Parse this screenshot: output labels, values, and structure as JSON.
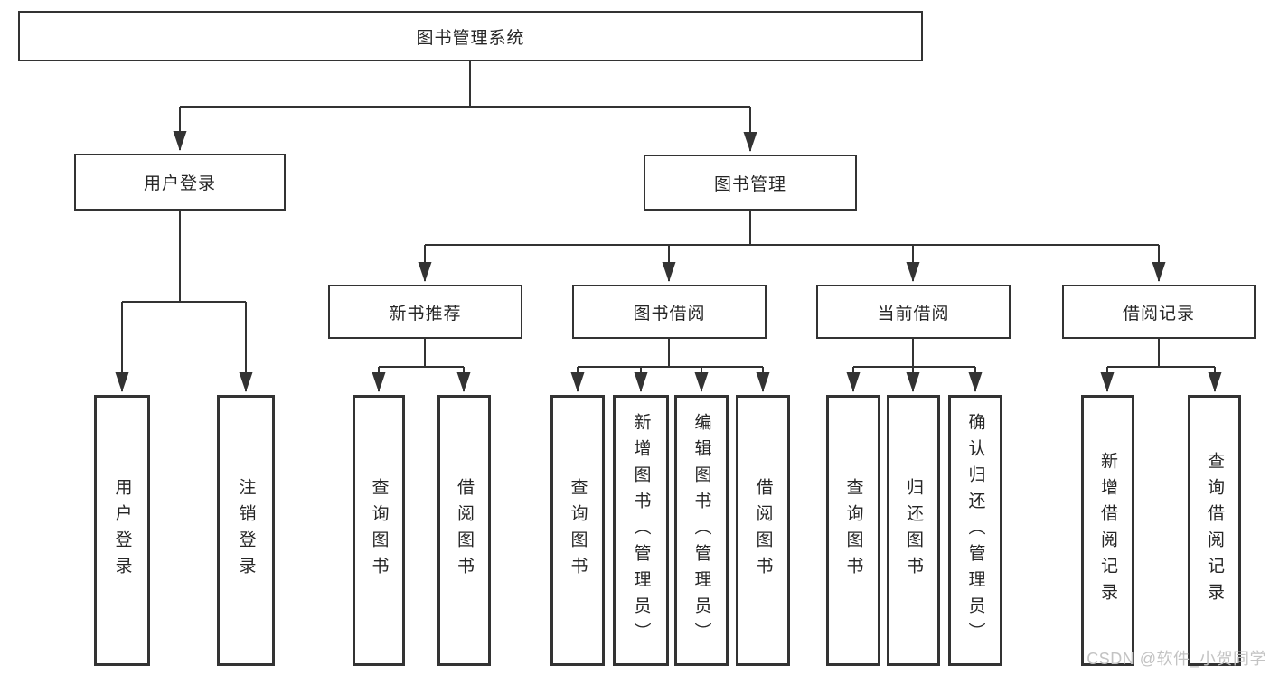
{
  "tree": {
    "label": "图书管理系统",
    "children": [
      {
        "label": "用户登录",
        "children": [
          {
            "label": "用户登录"
          },
          {
            "label": "注销登录"
          }
        ]
      },
      {
        "label": "图书管理",
        "children": [
          {
            "label": "新书推荐",
            "children": [
              {
                "label": "查询图书"
              },
              {
                "label": "借阅图书"
              }
            ]
          },
          {
            "label": "图书借阅",
            "children": [
              {
                "label": "查询图书"
              },
              {
                "label": "新增图书（管理员）"
              },
              {
                "label": "编辑图书（管理员）"
              },
              {
                "label": "借阅图书"
              }
            ]
          },
          {
            "label": "当前借阅",
            "children": [
              {
                "label": "查询图书"
              },
              {
                "label": "归还图书"
              },
              {
                "label": "确认归还（管理员）"
              }
            ]
          },
          {
            "label": "借阅记录",
            "children": [
              {
                "label": "新增借阅记录"
              },
              {
                "label": "查询借阅记录"
              }
            ]
          }
        ]
      }
    ]
  },
  "watermark": "CSDN @软件_小贺同学",
  "colors": {
    "line": "#333333",
    "box_border": "#333333",
    "text": "#262626",
    "background": "#ffffff",
    "watermark": "#c3c3c3"
  }
}
